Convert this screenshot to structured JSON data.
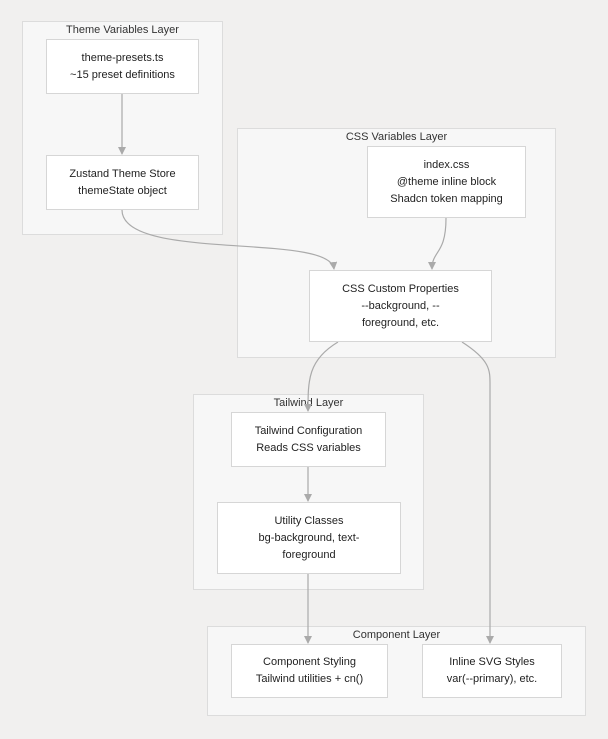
{
  "groups": {
    "theme": {
      "title": "Theme Variables Layer"
    },
    "css": {
      "title": "CSS Variables Layer"
    },
    "tailwind": {
      "title": "Tailwind Layer"
    },
    "component": {
      "title": "Component Layer"
    }
  },
  "nodes": {
    "presets": {
      "line1": "theme-presets.ts",
      "line2": "~15 preset definitions"
    },
    "store": {
      "line1": "Zustand Theme Store",
      "line2": "themeState object"
    },
    "index_css": {
      "line1": "index.css",
      "line2": "@theme inline block",
      "line3": "Shadcn token mapping"
    },
    "custom_props": {
      "line1": "CSS Custom Properties",
      "line2": "--background, --",
      "line3": "foreground, etc."
    },
    "tailwind_config": {
      "line1": "Tailwind Configuration",
      "line2": "Reads CSS variables"
    },
    "utility": {
      "line1": "Utility Classes",
      "line2": "bg-background, text-",
      "line3": "foreground"
    },
    "component_styling": {
      "line1": "Component Styling",
      "line2": "Tailwind utilities + cn()"
    },
    "inline_svg": {
      "line1": "Inline SVG Styles",
      "line2": "var(--primary), etc."
    }
  },
  "colors": {
    "edge": "#aaaaaa",
    "background": "#f1f0ef",
    "group_fill": "#f7f7f7",
    "node_fill": "#ffffff"
  }
}
